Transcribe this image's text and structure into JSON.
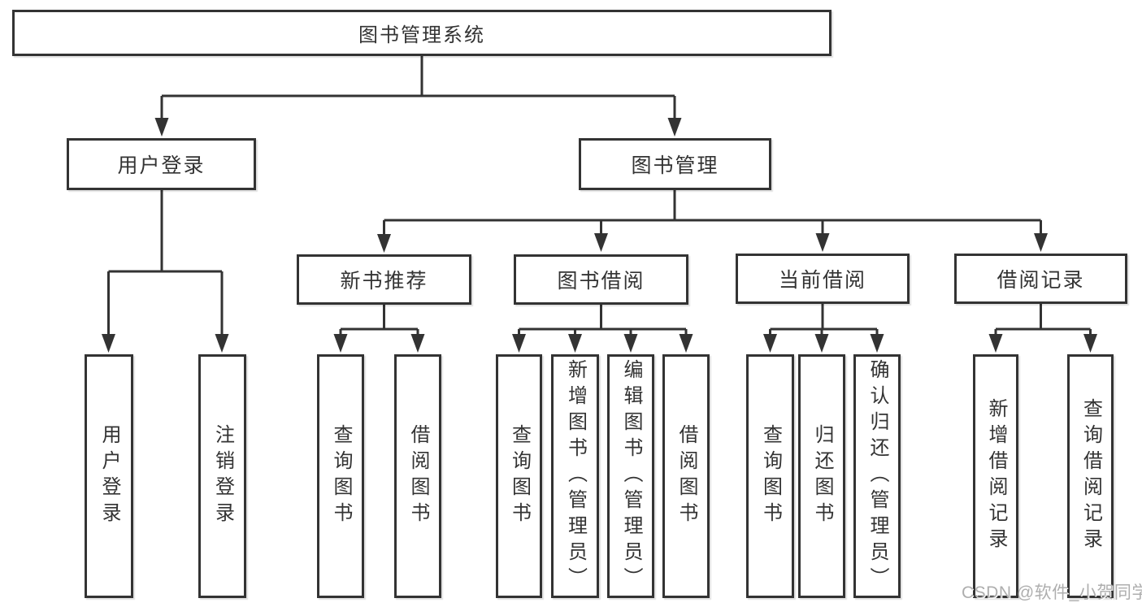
{
  "diagram": {
    "root": {
      "label": "图书管理系统"
    },
    "branches": [
      {
        "label": "用户登录",
        "children": [
          {
            "label": "用户登录"
          },
          {
            "label": "注销登录"
          }
        ]
      },
      {
        "label": "图书管理",
        "sections": [
          {
            "label": "新书推荐",
            "children": [
              {
                "label": "查询图书"
              },
              {
                "label": "借阅图书"
              }
            ]
          },
          {
            "label": "图书借阅",
            "children": [
              {
                "label": "查询图书"
              },
              {
                "label": "新增图书（管理员）"
              },
              {
                "label": "编辑图书（管理员）"
              },
              {
                "label": "借阅图书"
              }
            ]
          },
          {
            "label": "当前借阅",
            "children": [
              {
                "label": "查询图书"
              },
              {
                "label": "归还图书"
              },
              {
                "label": "确认归还（管理员）"
              }
            ]
          },
          {
            "label": "借阅记录",
            "children": [
              {
                "label": "新增借阅记录"
              },
              {
                "label": "查询借阅记录"
              }
            ]
          }
        ]
      }
    ]
  },
  "watermark": {
    "text": "CSDN @软件_小贺同学"
  },
  "colors": {
    "line": "#333333",
    "box_border": "#333333",
    "box_bg": "#ffffff",
    "text": "#333333",
    "watermark": "#aeaeae"
  }
}
